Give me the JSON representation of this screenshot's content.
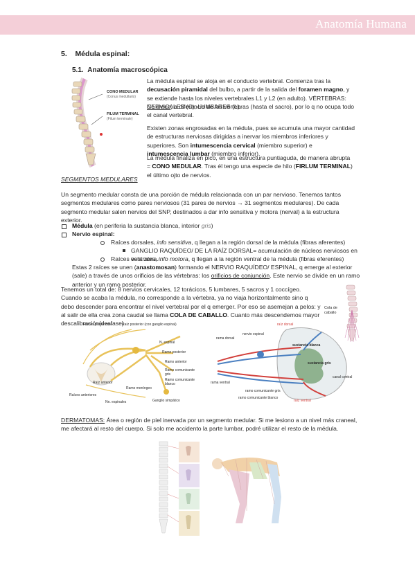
{
  "header": {
    "title": "Anatomía Humana"
  },
  "section": {
    "number": "5.",
    "title": "Médula espinal:"
  },
  "subsection": {
    "number": "5.1.",
    "title": "Anatomía macroscópica"
  },
  "figure1": {
    "label_cono": "CONO MEDULAR",
    "label_cono_sub": "(Conus medullaris)",
    "label_filum": "FILUM TERMINAL",
    "label_filum_sub": "(Filum terminale)"
  },
  "intro": {
    "p1_a": "La médula espinal se aloja en el conducto vertebral. Comienza tras la ",
    "p1_b": "decusación piramidal",
    "p1_c": " del bulbo, a partir de la salida del ",
    "p1_d": "foramen magno",
    "p1_e": ", y se extiende hasta los niveles vertebrales L1 y L2 (en adulto). VÉRTEBRAS: CERVICALES (C), LUMBARES (L).",
    "p2_a": "No crece",
    "p2_b": ", a diferencia de las vértebras (hasta el sacro), por lo q no ocupa todo el canal vertebral.",
    "p3_a": "Existen zonas engrosadas en la médula, pues se acumula una mayor cantidad de estructuras nerviosas dirigidas a inervar los miembros inferiores y superiores. Son ",
    "p3_b": "intumescencia cervical",
    "p3_c": " (miembro superior) e ",
    "p3_d": "intumescencia lumbar",
    "p3_e": " (miembro inferior).",
    "p4_a": "La médula finaliza en pico, en una estructura puntiaguda, de manera abrupta = ",
    "p4_b": "CONO MEDULAR",
    "p4_c": ". Tras él tengo una especie de hilo (",
    "p4_d": "FIRLUM TERMINAL",
    "p4_e": ") el último ojto de nervios."
  },
  "segmentos": {
    "heading": "SEGMENTOS MEDULARES",
    "p1": "Un segmento medular consta de una porción de médula relacionada con un par nervioso. Tenemos tantos segmentos medulares como pares nerviosos (31 pares de nervios → 31 segmentos medulares). De cada segmento medular salen nervios del SNP, destinados a dar info sensitiva y motora (nerval) a la estructura exterior.",
    "item1_a": "Médula",
    "item1_b": " (en periferia la sustancia blanca, interior ",
    "item1_c": "gris",
    "item1_d": ")",
    "item2": "Nervio espinal:",
    "sub1_a": "Raíces dorsales, ",
    "sub1_b": "info sensitiva",
    "sub1_c": ", q llegan a la región dorsal de la médula (fibras aferentes)",
    "subsub1": "GANGLIO RAQUÍDEO/ DE LA RAÍZ DORSAL= acumulación de núcleos nerviosos en esta zona.",
    "sub2_a": "Raíces ventrales, ",
    "sub2_b": "info motora",
    "sub2_c": ", q llegan a la región ventral de la médula (fibras eferentes)",
    "union_a": "Estas 2 raíces se unen (",
    "union_b": "anastomosan",
    "union_c": ") formando el NERVIO RAQUÍDEO/ ESPINAL, q emerge al exterior (sale) a través de unos orificios de las vértebras: los ",
    "union_d": "orificios de conjunción",
    "union_e": ". Este nervio se divide en un ramo anterior y un ramo posterior.",
    "total_a": "Tenemos un total de: 8 nervios cervicales, 12 torácicos, 5 lumbares, 5 sacros y 1 coccígeo. Cuando se acaba la médula, no corresponde a la vértebra, ya no viaja horizontalmente sino q debo descender para encontrar el nivel vertebral por el q emerger. Por eso se asemejan a pelos: y al salir de ella crea zona caudal se llama ",
    "total_b": "COLA DE CABALLO",
    "total_c": ". Cuanto más descendemos mayor descalibración(desfase)"
  },
  "figure_cola": {
    "label_1": "Cola de",
    "label_2": "caballo"
  },
  "figure_nerve": {
    "labels": [
      "Raíces posteriores",
      "Raíz posterior (con ganglio espinal)",
      "N. espinal",
      "Ramo posterior",
      "Ramo anterior",
      "Ramo comunicante gris",
      "Ramo comunicante blanco",
      "Ramo meníngeo",
      "Raíz anterior",
      "Raíces anteriores",
      "Nn. espinales",
      "Ganglio simpático"
    ]
  },
  "figure_section": {
    "labels": [
      "raíz dorsal",
      "rama dorsal",
      "rama ventral",
      "nervio espinal",
      "ramo comunicante gris",
      "ramo comunicante blanco",
      "sustancia blanca",
      "sustancia gris",
      "raíz ventral",
      "canal central"
    ]
  },
  "dermatomas": {
    "heading": "DERMATOMAS:",
    "text": " Área o región de piel inervada por un segmento medular. Si me lesiono a un nivel más craneal, me afectará al resto del cuerpo. Si solo me accidento la parte lumbar, podré utilizar el resto de la médula."
  },
  "colors": {
    "header": "#f4cfd8",
    "nerve_yellow": "#e8c25a",
    "nerve_red": "#d2403c",
    "nerve_blue": "#4a7fc0"
  }
}
